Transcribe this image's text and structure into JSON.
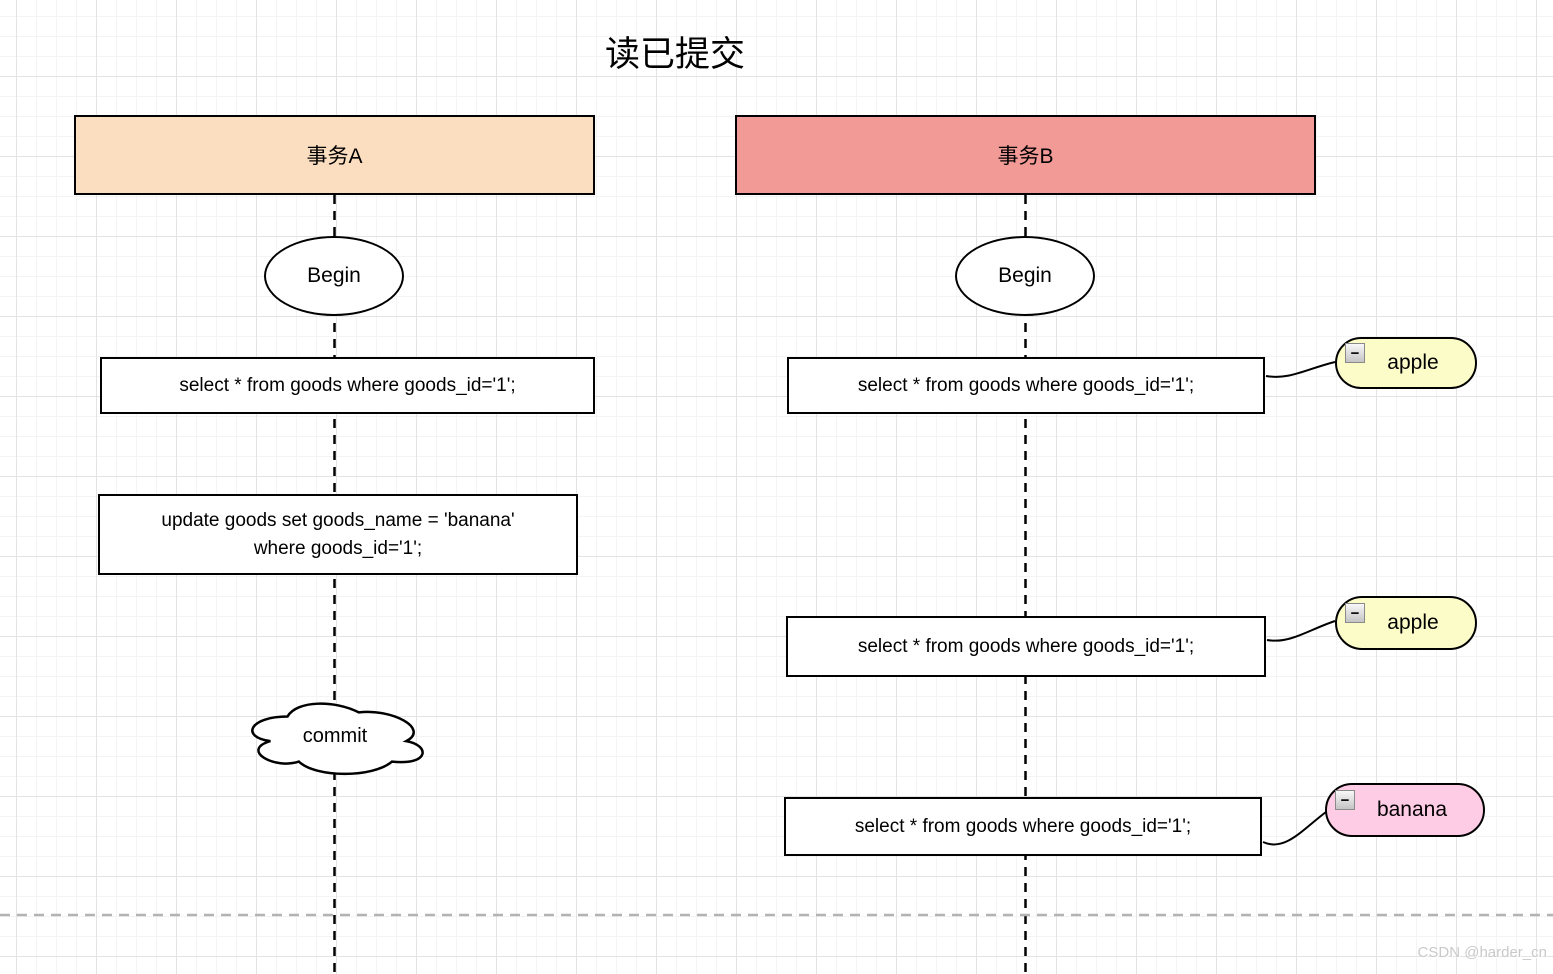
{
  "title": "读已提交",
  "watermark": "CSDN @harder_cn",
  "colors": {
    "transaction_a_fill": "#FBDEC0",
    "transaction_b_fill": "#F29A96",
    "apple_callout_fill": "#FCFCC8",
    "banana_callout_fill": "#FFCCE6",
    "node_fill": "#FFFFFF",
    "stroke": "#000000",
    "timeline_divider": "#B3B3B3"
  },
  "lane_a": {
    "header": "事务A",
    "begin": "Begin",
    "select1": "select * from goods where goods_id='1';",
    "update_line1": "update goods set goods_name = 'banana'",
    "update_line2": "where goods_id='1';",
    "commit": "commit"
  },
  "lane_b": {
    "header": "事务B",
    "begin": "Begin",
    "select1": "select * from goods where goods_id='1';",
    "select2": "select * from goods where goods_id='1';",
    "select3": "select * from goods where goods_id='1';"
  },
  "callouts": {
    "first": {
      "label": "apple",
      "collapse_icon": "−"
    },
    "second": {
      "label": "apple",
      "collapse_icon": "−"
    },
    "third": {
      "label": "banana",
      "collapse_icon": "−"
    }
  }
}
